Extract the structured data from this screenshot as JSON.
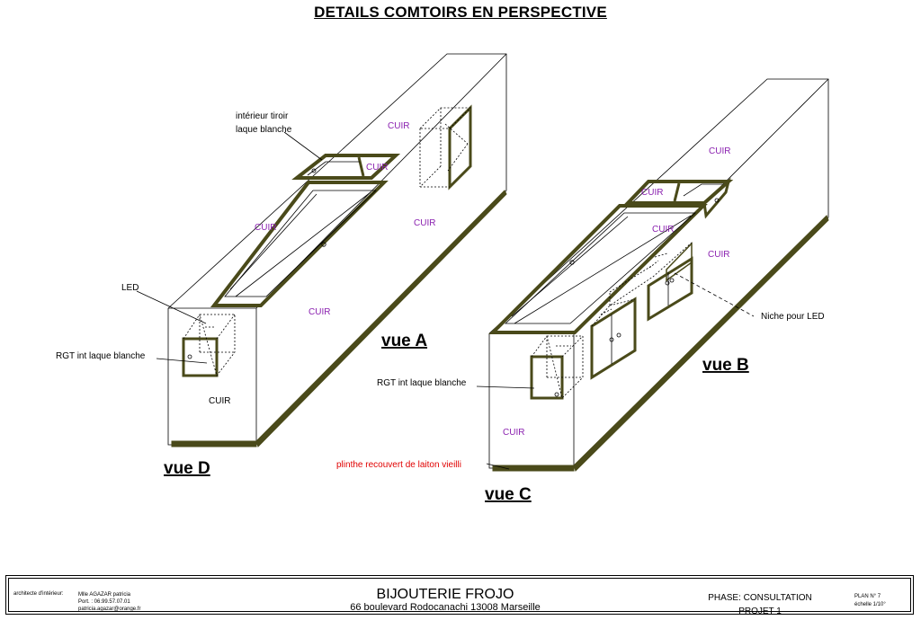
{
  "title": "DETAILS COMTOIRS EN PERSPECTIVE",
  "colors": {
    "border": "#4a4a1a",
    "cuir": "#8b22b0",
    "plinthe": "#e00000",
    "line": "#000000"
  },
  "material_labels": {
    "a_top_left": "CUIR",
    "a_drawer": "CUIR",
    "a_side": "CUIR",
    "a_front": "CUIR",
    "a_front_lower": "CUIR",
    "b_top": "CUIR",
    "b_drawer": "CUIR",
    "b_inner": "CUIR",
    "b_side": "CUIR",
    "c_front": "CUIR",
    "d_front": "CUIR"
  },
  "annotations": {
    "drawer_line1": "intérieur tiroir",
    "drawer_line2": "laque blanche",
    "led": "LED",
    "rgt_d": "RGT int laque blanche",
    "rgt_c": "RGT int laque blanche",
    "niche_led": "Niche pour LED",
    "plinthe": "plinthe recouvert de laiton vieilli"
  },
  "views": {
    "a": "vue A",
    "b": "vue B",
    "c": "vue C",
    "d": "vue D"
  },
  "cartouche": {
    "role": "architecte d'intérieur:",
    "architect": "Mlle AGAZAR patricia",
    "phone": "Port. : 06.99.57.07.01",
    "email": "patricia.agazar@orange.fr",
    "client_name": "BIJOUTERIE FROJO",
    "client_address": "66 boulevard Rodocanachi 13008 Marseille",
    "phase": "PHASE:  CONSULTATION",
    "project": "PROJET 1",
    "plan": "PLAN N°  7",
    "scale": "échelle 1/10°"
  }
}
